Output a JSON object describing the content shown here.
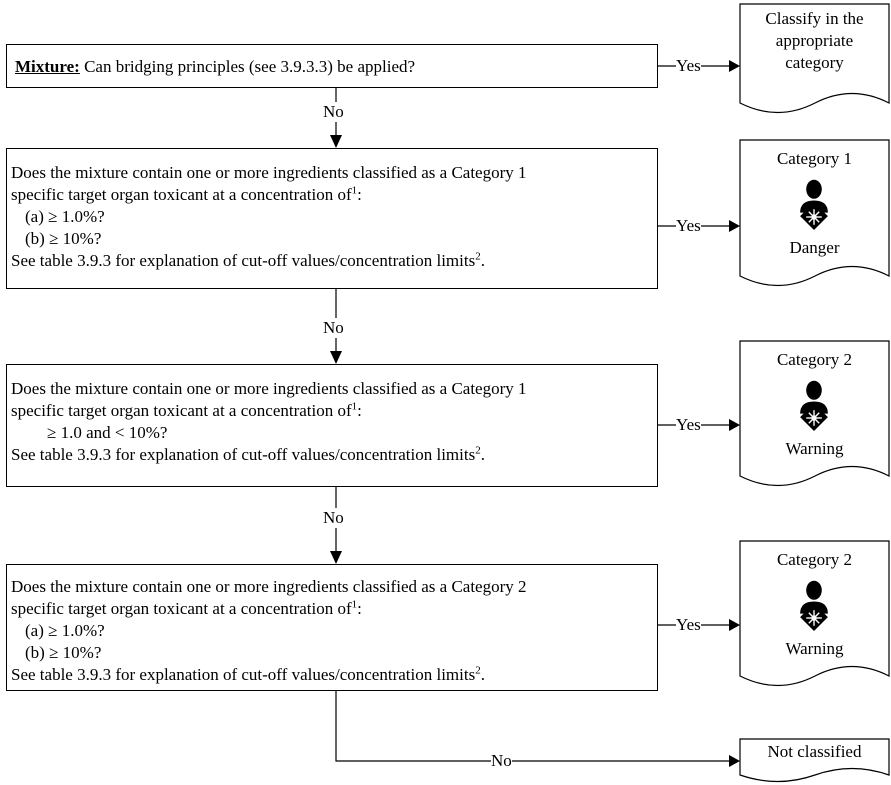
{
  "labels": {
    "yes": "Yes",
    "no": "No"
  },
  "q1": {
    "bold": "Mixture:",
    "text": " Can bridging principles (see 3.9.3.3) be applied?"
  },
  "q2": {
    "line1": "Does the mixture contain one or more ingredients classified as a Category 1",
    "line2": "specific target organ toxicant at a concentration of",
    "sup1": "1",
    "line2_end": ":",
    "opt_a": "(a)  ≥ 1.0%?",
    "opt_b": "(b)  ≥ 10%?",
    "line5": "See table 3.9.3 for explanation of cut-off values/concentration limits",
    "sup2": "2",
    "line5_end": "."
  },
  "q3": {
    "line1": "Does the mixture contain one or more ingredients classified as a Category 1",
    "line2": "specific target organ toxicant at a concentration of",
    "sup1": "1",
    "line2_end": ":",
    "opt": "≥ 1.0 and < 10%?",
    "line4": "See table 3.9.3 for explanation of cut-off values/concentration limits",
    "sup2": "2",
    "line4_end": "."
  },
  "q4": {
    "line1": "Does the mixture contain one or more ingredients classified as a Category 2",
    "line2": "specific target organ toxicant at a concentration of",
    "sup1": "1",
    "line2_end": ":",
    "opt_a": "(a) ≥ 1.0%?",
    "opt_b": "(b) ≥ 10%?",
    "line5": "See table 3.9.3 for explanation of cut-off values/concentration limits",
    "sup2": "2",
    "line5_end": "."
  },
  "r1": {
    "line1": "Classify in the",
    "line2": "appropriate",
    "line3": "category"
  },
  "r2": {
    "title": "Category 1",
    "signal": "Danger",
    "icon": "health-hazard-icon"
  },
  "r3": {
    "title": "Category 2",
    "signal": "Warning",
    "icon": "health-hazard-icon"
  },
  "r4": {
    "title": "Category 2",
    "signal": "Warning",
    "icon": "health-hazard-icon"
  },
  "r5": {
    "text": "Not classified"
  }
}
